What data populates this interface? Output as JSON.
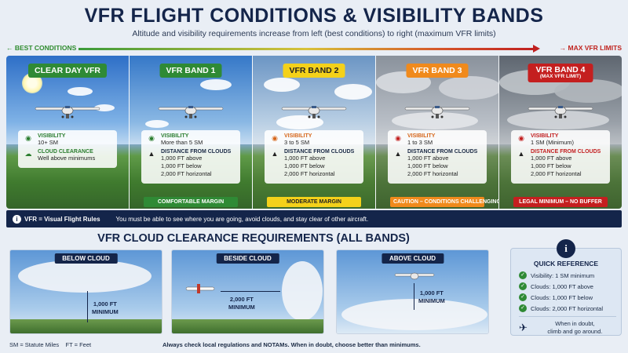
{
  "header": {
    "title": "VFR FLIGHT CONDITIONS & VISIBILITY BANDS",
    "subtitle": "Altitude and visibility requirements increase from left (best conditions) to right (maximum VFR limits)"
  },
  "scale": {
    "left_label": "← BEST CONDITIONS",
    "right_label": "→ MAX VFR LIMITS"
  },
  "bands": [
    {
      "label": "CLEAR DAY VFR",
      "visibility_heading": "VISIBILITY",
      "visibility_value": "10+ SM",
      "clearance_heading": "CLOUD CLEARANCE",
      "clearance_value": "Well above minimums"
    },
    {
      "label": "VFR BAND 1",
      "visibility_heading": "VISIBILITY",
      "visibility_value": "More than 5 SM",
      "clearance_heading": "DISTANCE FROM CLOUDS",
      "clearance_lines": [
        "1,000 FT above",
        "1,000 FT below",
        "2,000 FT horizontal"
      ],
      "footer": "COMFORTABLE MARGIN"
    },
    {
      "label": "VFR BAND 2",
      "visibility_heading": "VISIBILITY",
      "visibility_value": "3 to 5 SM",
      "clearance_heading": "DISTANCE FROM CLOUDS",
      "clearance_lines": [
        "1,000 FT above",
        "1,000 FT below",
        "2,000 FT horizontal"
      ],
      "footer": "MODERATE MARGIN"
    },
    {
      "label": "VFR BAND 3",
      "visibility_heading": "VISIBILITY",
      "visibility_value": "1 to 3 SM",
      "clearance_heading": "DISTANCE FROM CLOUDS",
      "clearance_lines": [
        "1,000 FT above",
        "1,000 FT below",
        "2,000 FT horizontal"
      ],
      "footer": "CAUTION – CONDITIONS CHALLENGING"
    },
    {
      "label": "VFR BAND 4",
      "sublabel": "(MAX VFR LIMIT)",
      "visibility_heading": "VISIBILITY",
      "visibility_value": "1 SM (Minimum)",
      "clearance_heading": "DISTANCE FROM CLOUDS",
      "clearance_lines": [
        "1,000 FT above",
        "1,000 FT below",
        "2,000 FT horizontal"
      ],
      "footer": "LEGAL MINIMUM – NO BUFFER"
    }
  ],
  "info_strip": {
    "icon": "i",
    "definition": "VFR = Visual Flight Rules",
    "text": "You must be able to see where you are going, avoid clouds, and stay clear of other aircraft."
  },
  "clearance": {
    "title": "VFR CLOUD CLEARANCE REQUIREMENTS (ALL BANDS)",
    "panels": [
      {
        "label": "BELOW CLOUD",
        "distance": "1,000 FT",
        "unit": "MINIMUM"
      },
      {
        "label": "BESIDE CLOUD",
        "distance": "2,000 FT",
        "unit": "MINIMUM"
      },
      {
        "label": "ABOVE CLOUD",
        "distance": "1,000 FT",
        "unit": "MINIMUM"
      }
    ]
  },
  "quick_reference": {
    "icon": "i",
    "title": "QUICK REFERENCE",
    "items": [
      "Visibility: 1 SM minimum",
      "Clouds: 1,000 FT above",
      "Clouds: 1,000 FT below",
      "Clouds: 2,000 FT horizontal"
    ],
    "doubt_line1": "When in doubt,",
    "doubt_line2": "climb and go around."
  },
  "footer": {
    "legend_sm": "SM = Statute Miles",
    "legend_ft": "FT = Feet",
    "note": "Always check local regulations and NOTAMs. When in doubt, choose better than minimums."
  },
  "colors": {
    "navy": "#14254a",
    "green": "#2f8a35",
    "yellow": "#f4d11a",
    "orange": "#f08a1c",
    "red": "#c41f1f"
  }
}
